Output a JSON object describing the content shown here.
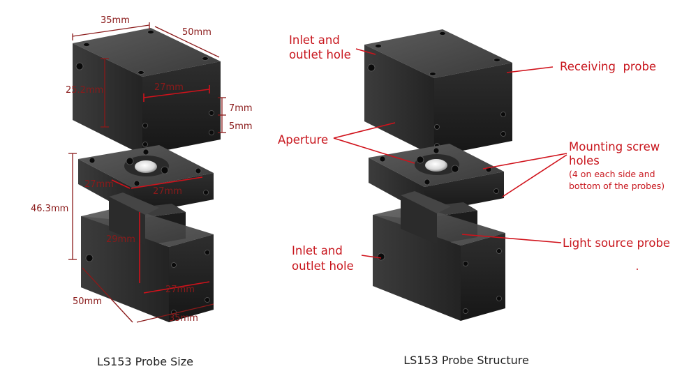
{
  "left_figure": {
    "caption": "LS153 Probe Size",
    "dims": {
      "top_width": "35mm",
      "top_depth": "50mm",
      "top_height": "25.2mm",
      "top_hole_spacing": "27mm",
      "hole_offset_top": "7mm",
      "hole_offset_bottom": "5mm",
      "mid_width_a": "27mm",
      "mid_width_b": "27mm",
      "total_height": "46.3mm",
      "lower_hole_vertical": "29mm",
      "lower_hole_spacing": "27mm",
      "bottom_depth": "50mm",
      "bottom_width": "35mm"
    }
  },
  "right_figure": {
    "caption": "LS153 Probe Structure",
    "labels": {
      "inlet_top_line1": "Inlet and",
      "inlet_top_line2": "outlet hole",
      "receiving_probe": "Receiving  probe",
      "aperture": "Aperture",
      "mounting_line1": "Mounting screw",
      "mounting_line2": "holes",
      "mounting_note_line1": "(4 on each side and",
      "mounting_note_line2": "bottom of the probes)",
      "light_source_probe": "Light source probe",
      "inlet_bottom_line1": "Inlet and",
      "inlet_bottom_line2": "outlet hole"
    }
  }
}
